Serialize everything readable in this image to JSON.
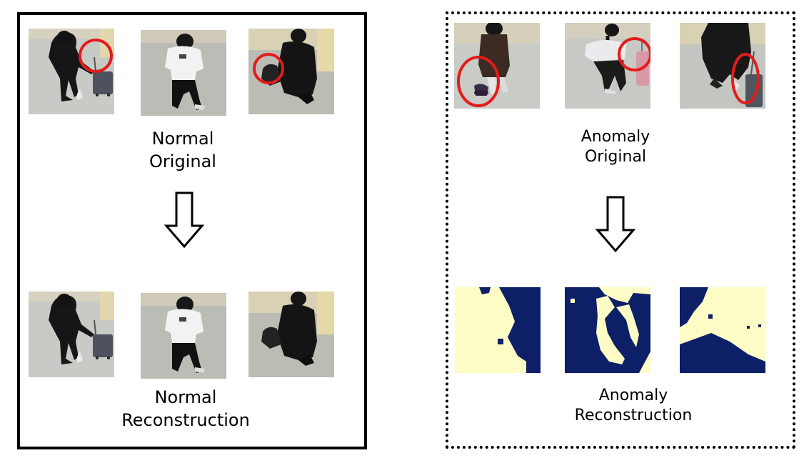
{
  "normal": {
    "original_caption": [
      "Normal",
      "Original"
    ],
    "reconstruction_caption": [
      "Normal",
      "Reconstruction"
    ]
  },
  "anomaly": {
    "original_caption": [
      "Anomaly",
      "Original"
    ],
    "reconstruction_caption": [
      "Anomaly",
      "Reconstruction"
    ]
  },
  "colors": {
    "highlight_circle": "#e41b1b",
    "mask_dark": "#0d1f66",
    "mask_light": "#fdfcc6",
    "floor": "#c9cbc6",
    "wall": "#ddd6bd"
  }
}
